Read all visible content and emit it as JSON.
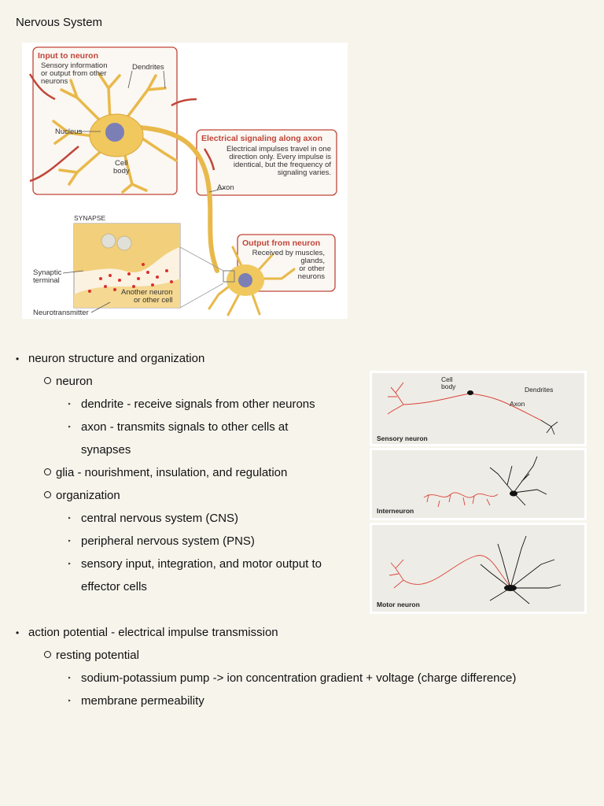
{
  "page_title": "Nervous System",
  "figure": {
    "input_title": "Input to neuron",
    "input_desc": [
      "Sensory information",
      "or output from other",
      "neurons"
    ],
    "dendrites": "Dendrites",
    "nucleus": "Nucleus",
    "cell_body": [
      "Cell",
      "body"
    ],
    "axon_title": "Electrical signaling along axon",
    "axon_desc": [
      "Electrical impulses travel in one",
      "direction only. Every impulse is",
      "identical, but the frequency of",
      "signaling varies."
    ],
    "axon": "Axon",
    "synapse": "SYNAPSE",
    "synaptic_terminal": [
      "Synaptic",
      "terminal"
    ],
    "another_neuron": [
      "Another neuron",
      "or other cell"
    ],
    "neurotransmitter": "Neurotransmitter",
    "output_title": "Output from neuron",
    "output_desc": [
      "Received by muscles,",
      "glands,",
      "or other",
      "neurons"
    ]
  },
  "neuron_types": {
    "sensory": "Sensory neuron",
    "sensory_cell_body": [
      "Cell",
      "body"
    ],
    "sensory_dendrites": "Dendrites",
    "sensory_axon": "Axon",
    "interneuron": "Interneuron",
    "motor": "Motor neuron"
  },
  "outline": [
    {
      "level": 1,
      "text": "neuron structure and organization"
    },
    {
      "level": 2,
      "text": "neuron"
    },
    {
      "level": 3,
      "text": "dendrite - receive signals from other neurons"
    },
    {
      "level": 3,
      "text": "axon - transmits signals to other cells at"
    },
    {
      "level": 4,
      "text": "synapses"
    },
    {
      "level": 2,
      "text": "glia - nourishment, insulation, and regulation"
    },
    {
      "level": 2,
      "text": "organization"
    },
    {
      "level": 3,
      "text": "central nervous system (CNS)"
    },
    {
      "level": 3,
      "text": "peripheral nervous system (PNS)"
    },
    {
      "level": 3,
      "text": "sensory input, integration, and motor output to"
    },
    {
      "level": 4,
      "text": "effector cells"
    },
    {
      "level": 1,
      "text": "action potential - electrical impulse transmission"
    },
    {
      "level": 2,
      "text": "resting potential"
    },
    {
      "level": 3,
      "text": "sodium-potassium pump -> ion concentration gradient + voltage (charge difference)"
    },
    {
      "level": 3,
      "text": "membrane permeability"
    }
  ]
}
